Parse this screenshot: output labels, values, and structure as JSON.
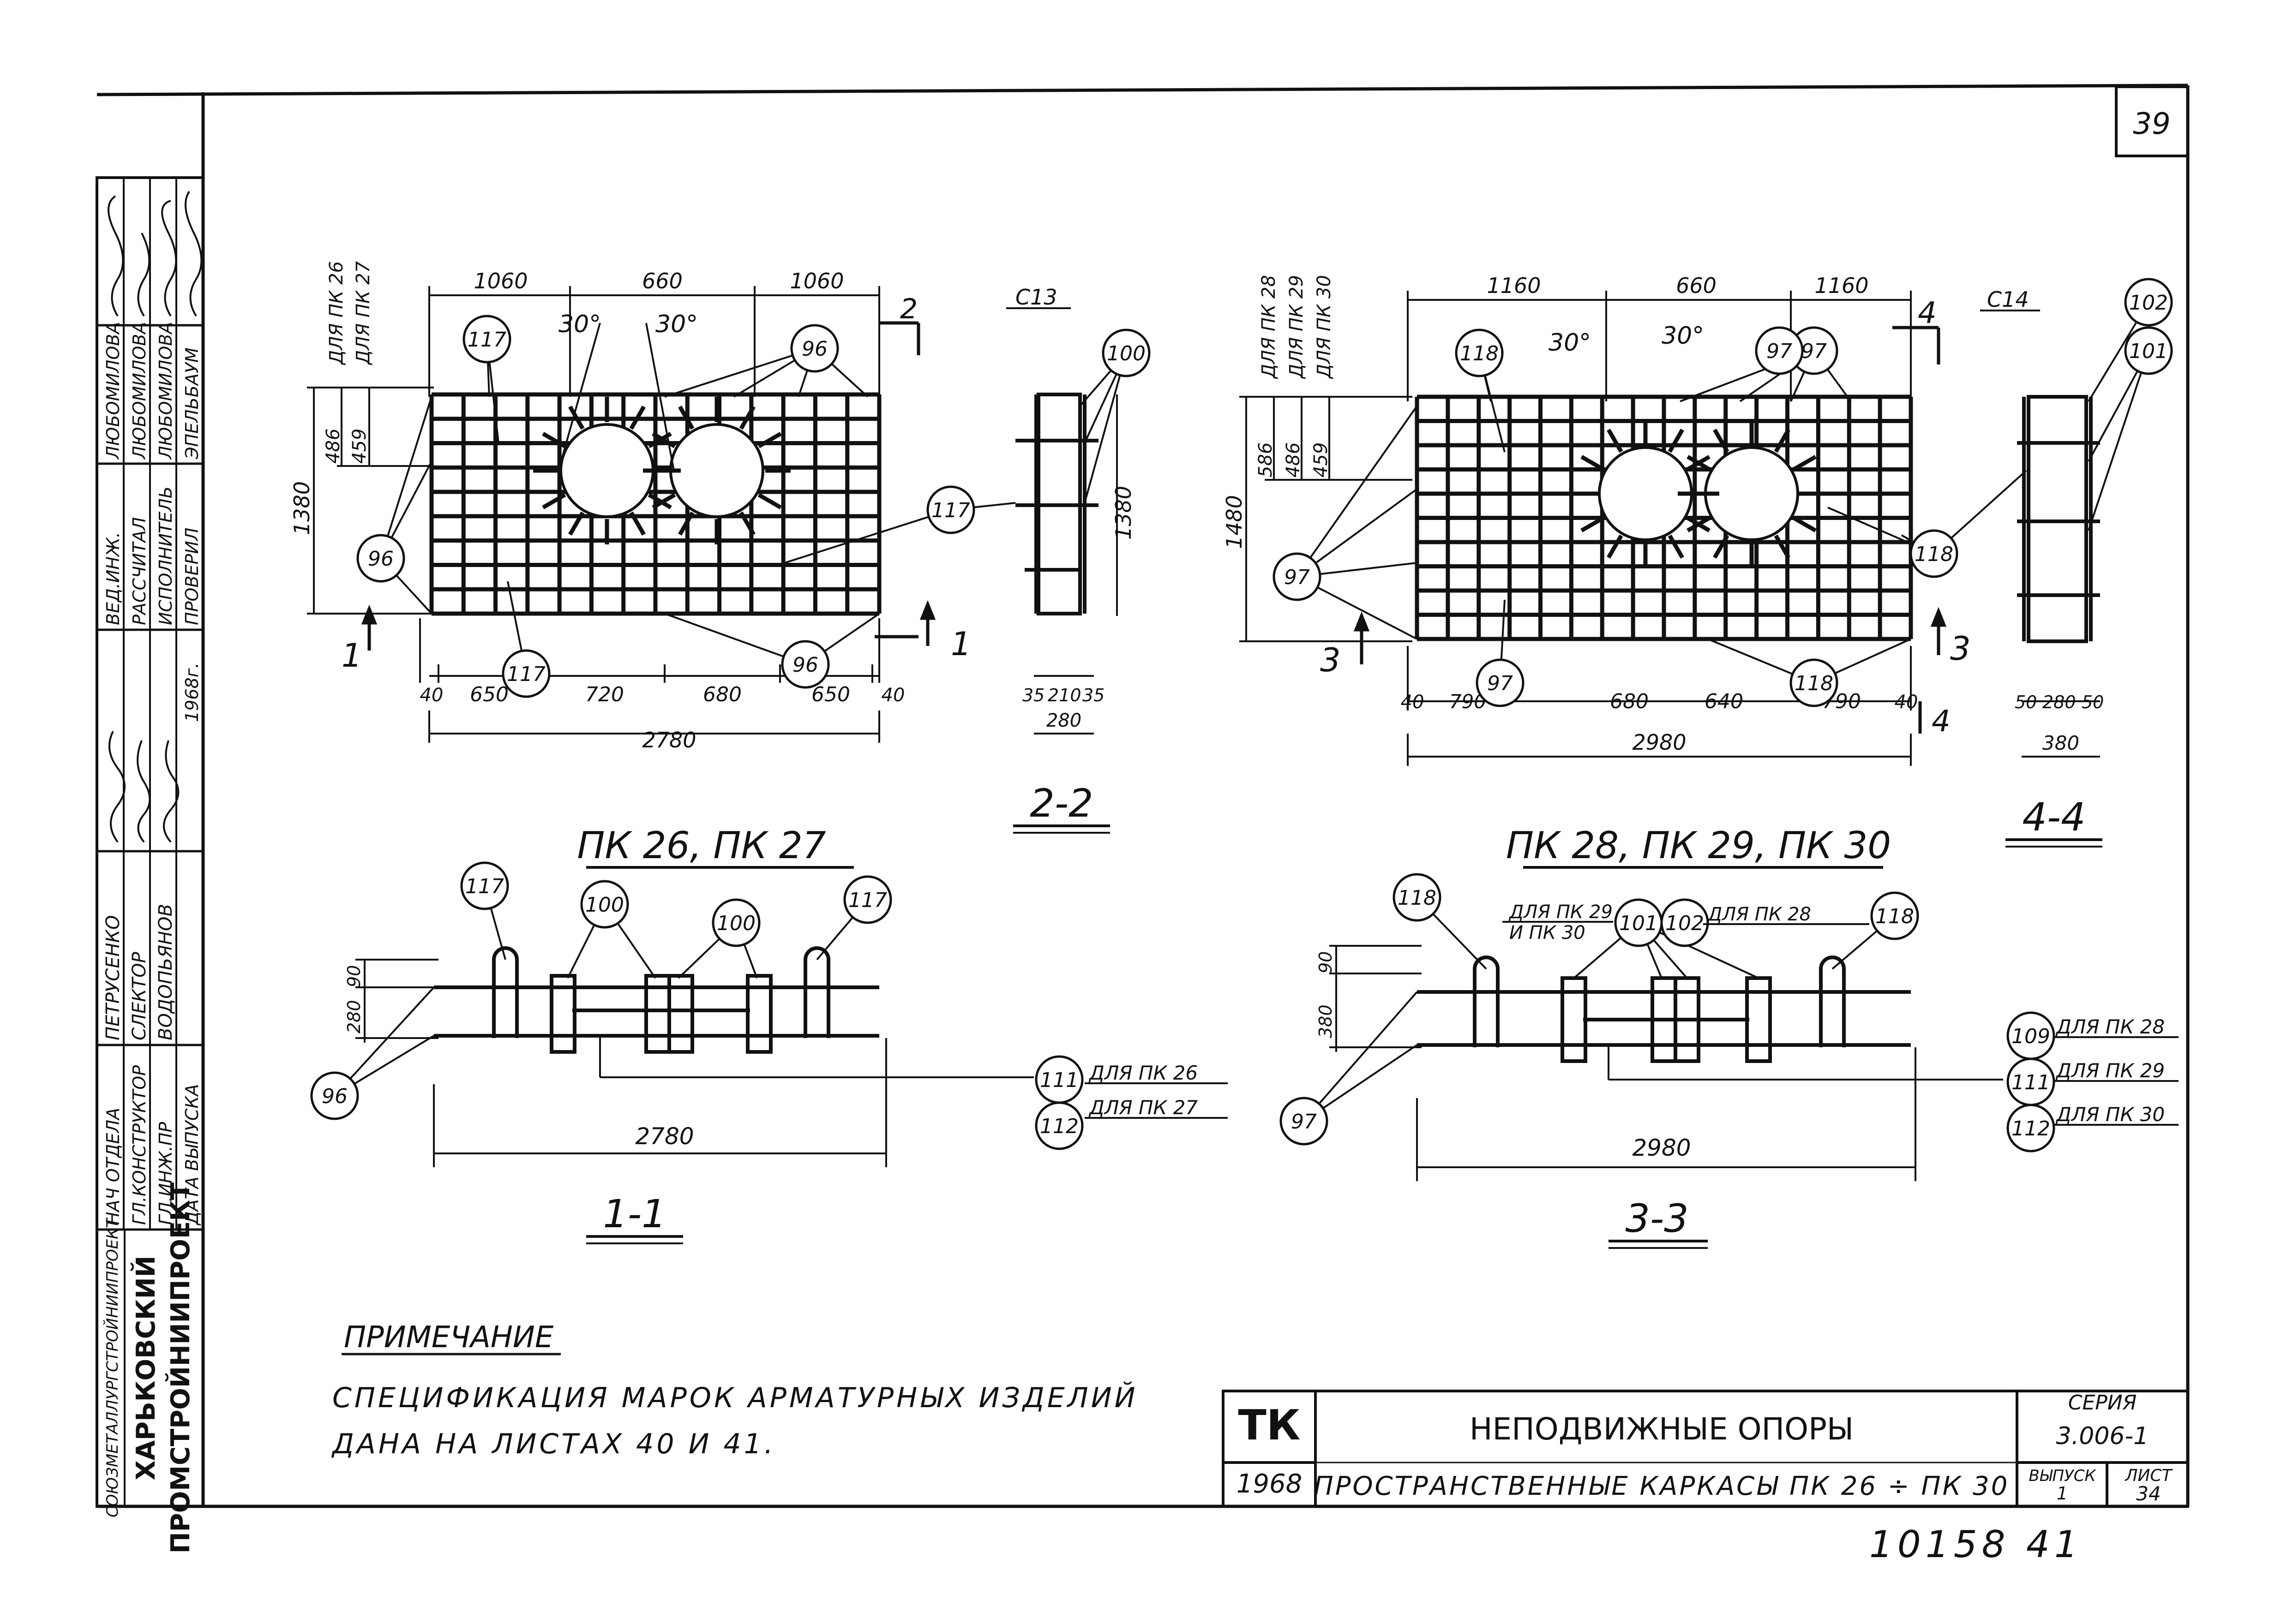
{
  "sheet": {
    "page_number": "39",
    "archive_number": "10158 41"
  },
  "org_stamp": {
    "org_lines": [
      "СОЮЗМЕТАЛЛУРГСТРОЙНИИПРОЕКТ",
      "ХАРЬКОВСКИЙ",
      "ПРОМСТРОЙНИИПРОЕКТ"
    ],
    "rows": [
      {
        "role": "НАЧ ОТДЕЛА",
        "name": "ПЕТРУСЕНКО",
        "role2": "ВЕД.ИНЖ.",
        "name2": "ЛЮБОМИЛОВА"
      },
      {
        "role": "ГЛ.КОНСТРУКТОР",
        "name": "СЛЕКТОР",
        "role2": "РАССЧИТАЛ",
        "name2": "ЛЮБОМИЛОВА"
      },
      {
        "role": "ГЛ.ИНЖ.ПР",
        "name": "ВОДОПЬЯНОВ",
        "role2": "ИСПОЛНИТЕЛЬ",
        "name2": "ЛЮБОМИЛОВА"
      },
      {
        "role": "ДАТА ВЫПУСКА",
        "name": "1968г.",
        "role2": "ПРОВЕРИЛ",
        "name2": "ЭПЕЛЬБАУМ"
      }
    ]
  },
  "left_frame": {
    "title": "ПК 26, ПК 27",
    "top_dims": [
      "1060",
      "660",
      "1060"
    ],
    "angles": [
      "30°",
      "30°"
    ],
    "left_dims": [
      "486",
      "459",
      "1380"
    ],
    "for_labels": [
      "ДЛЯ ПК 26",
      "ДЛЯ ПК 27"
    ],
    "bottom_dims": [
      "40",
      "650",
      "720",
      "680",
      "650",
      "40"
    ],
    "overall": "2780",
    "callouts": [
      "117",
      "96",
      "117",
      "96",
      "117",
      "96"
    ],
    "cut_marks": [
      "1",
      "1",
      "2"
    ],
    "mesh_label": "С13"
  },
  "section_2_2": {
    "title": "2-2",
    "height": "1380",
    "bottom_dims": [
      "35",
      "210",
      "35"
    ],
    "overall": "280",
    "callouts": [
      "100",
      "117"
    ]
  },
  "section_1_1": {
    "title": "1-1",
    "left_dims": [
      "90",
      "280"
    ],
    "overall": "2780",
    "callouts": [
      "117",
      "100",
      "100",
      "117",
      "96",
      "111",
      "112"
    ],
    "for_labels": [
      "ДЛЯ ПК 26",
      "ДЛЯ ПК 27"
    ]
  },
  "right_frame": {
    "title": "ПК 28, ПК 29, ПК 30",
    "top_dims": [
      "1160",
      "660",
      "1160"
    ],
    "angles": [
      "30°",
      "30°"
    ],
    "left_dims": [
      "586",
      "486",
      "459",
      "1480"
    ],
    "for_labels": [
      "ДЛЯ ПК 28",
      "ДЛЯ ПК 29",
      "ДЛЯ ПК 30"
    ],
    "bottom_dims": [
      "40",
      "790",
      "680",
      "640",
      "790",
      "40"
    ],
    "overall": "2980",
    "callouts": [
      "118",
      "97",
      "97",
      "118",
      "97",
      "118",
      "97",
      "102",
      "101"
    ],
    "cut_marks": [
      "3",
      "3",
      "4",
      "4"
    ],
    "mesh_label": "С14"
  },
  "section_4_4": {
    "title": "4-4",
    "bottom_dims": [
      "50",
      "280",
      "50"
    ],
    "overall": "380"
  },
  "section_3_3": {
    "title": "3-3",
    "left_dims": [
      "90",
      "380"
    ],
    "overall": "2980",
    "callouts": [
      "118",
      "101",
      "102",
      "118",
      "97",
      "109",
      "111",
      "112"
    ],
    "top_labels": [
      "ДЛЯ ПК 29",
      "И ПК 30",
      "ДЛЯ ПК 28"
    ],
    "for_labels": [
      "ДЛЯ ПК 28",
      "ДЛЯ ПК 29",
      "ДЛЯ ПК 30"
    ]
  },
  "note": {
    "title": "ПРИМЕЧАНИЕ",
    "line1": "СПЕЦИФИКАЦИЯ МАРОК АРМАТУРНЫХ ИЗДЕЛИЙ",
    "line2": "ДАНА НА ЛИСТАХ 40 И 41."
  },
  "title_block": {
    "logo": "ТК",
    "year": "1968",
    "title": "НЕПОДВИЖНЫЕ ОПОРЫ",
    "subtitle": "ПРОСТРАНСТВЕННЫЕ КАРКАСЫ ПК 26 ÷ ПК 30",
    "series_label": "СЕРИЯ",
    "series": "3.006-1",
    "issue_label": "ВЫПУСК",
    "issue": "1",
    "sheet_label": "ЛИСТ",
    "sheet": "34"
  }
}
